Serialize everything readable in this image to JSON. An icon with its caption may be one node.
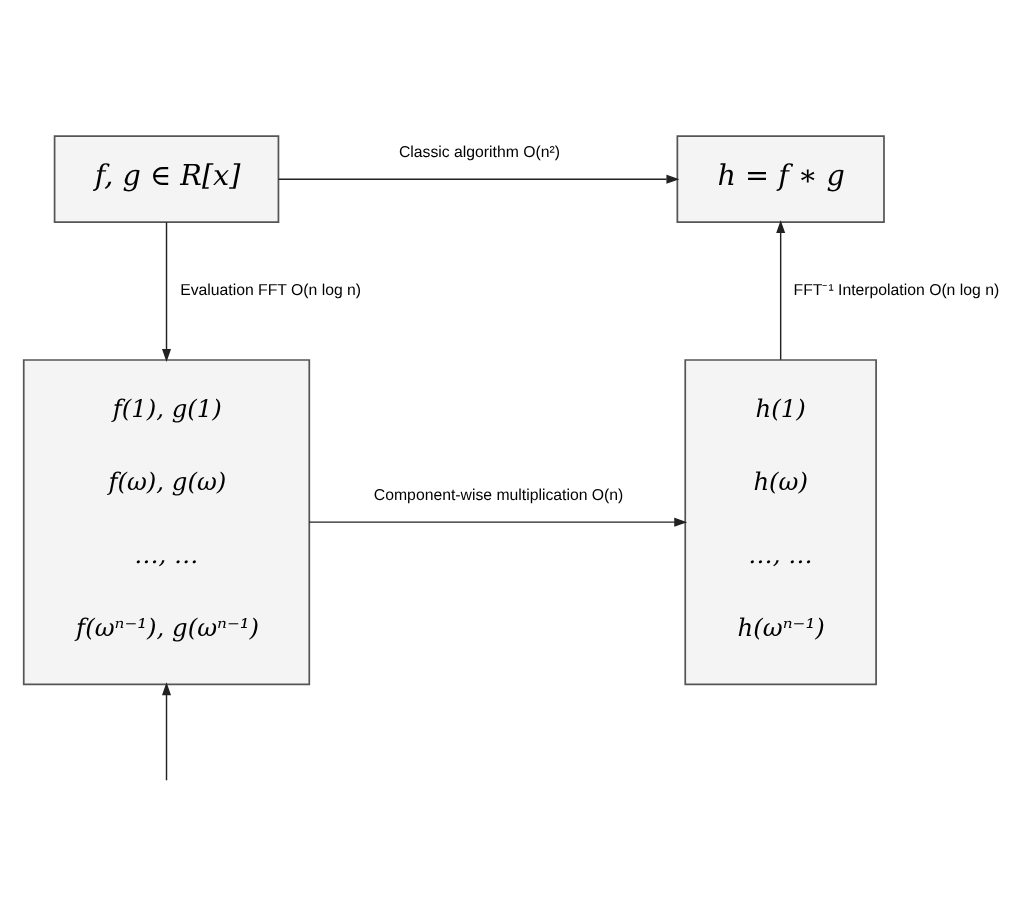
{
  "diagram": {
    "nodes": [
      {
        "text": [
          "f, g ∈ R[x]"
        ]
      },
      {
        "text": [
          "h = f ∗ g"
        ]
      },
      {
        "text": [
          "f(1), g(1)",
          "f(ω), g(ω)",
          "…, …",
          "f(ωⁿ⁻¹), g(ωⁿ⁻¹)"
        ]
      },
      {
        "text": [
          "h(1)",
          "h(ω)",
          "…, …",
          "h(ωⁿ⁻¹)"
        ]
      }
    ],
    "edges": [
      {
        "from": 0,
        "to": 1,
        "arrow": "to",
        "label": "Classic algorithm O(n²)"
      },
      {
        "from": 0,
        "to": 2,
        "arrow": "to",
        "label": "Evaluation FFT O(n log n)"
      },
      {
        "from": 2,
        "to": 3,
        "arrow": "to",
        "label": "Component-wise multiplication O(n)"
      },
      {
        "from": 3,
        "to": 1,
        "arrow": "to",
        "label": "FFT⁻¹ Interpolation O(n log n)"
      },
      {
        "from": null,
        "to": 2,
        "arrow": "to"
      }
    ]
  }
}
